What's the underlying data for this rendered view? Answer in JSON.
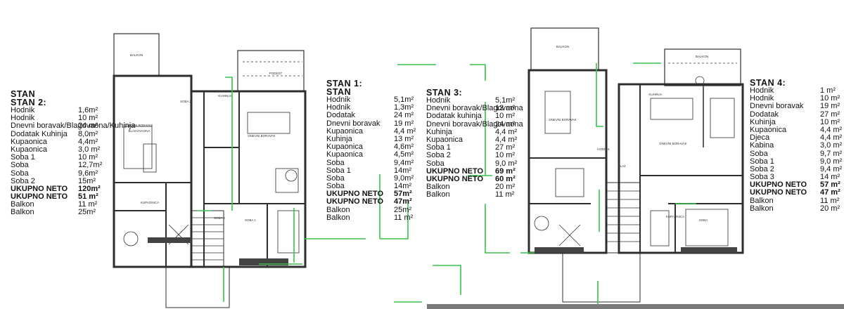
{
  "legends": [
    {
      "id": "stan-2",
      "title1": "STAN",
      "title2": "STAN 2:",
      "rows": [
        {
          "label": "Hodnik",
          "value": "1,6m²"
        },
        {
          "label": "Hodnik",
          "value": "10 m²"
        },
        {
          "label": "Dnevni boravak/Blagovaona/Kuhinja",
          "value": "24 m²"
        },
        {
          "label": "Dodatak Kuhinja",
          "value": "8,0m²"
        },
        {
          "label": "Kupaonica",
          "value": "4,4m²"
        },
        {
          "label": "Kupaonica",
          "value": "3,0 m²"
        },
        {
          "label": "Soba 1",
          "value": "10 m²"
        },
        {
          "label": "Soba",
          "value": "12,7m²"
        },
        {
          "label": "Soba",
          "value": "9,6m²"
        },
        {
          "label": "Soba 2",
          "value": "15m²"
        },
        {
          "label": "UKUPNO NETO",
          "value": "120m²",
          "bold": true
        },
        {
          "label": "UKUPNO NETO",
          "value": "51 m²",
          "bold": true
        },
        {
          "label": "Balkon",
          "value": "11 m²"
        },
        {
          "label": "Balkon",
          "value": "25m²"
        }
      ]
    },
    {
      "id": "stan-1",
      "title1": "STAN 1:",
      "title2": "STAN",
      "rows": [
        {
          "label": "Hodnik",
          "value": "5,1m²"
        },
        {
          "label": "Hodnik",
          "value": "1,3m²"
        },
        {
          "label": "Dodatak",
          "value": "24 m²"
        },
        {
          "label": "Dnevni boravak",
          "value": "19 m²"
        },
        {
          "label": "Kupaonica",
          "value": "4,4 m²"
        },
        {
          "label": "Kuhinja",
          "value": "13 m²"
        },
        {
          "label": "Kupaonica",
          "value": "4,6m²"
        },
        {
          "label": "Kupaonica",
          "value": "4,5m²"
        },
        {
          "label": "Soba",
          "value": "9,4m²"
        },
        {
          "label": "Soba 1",
          "value": "14m²"
        },
        {
          "label": "Soba",
          "value": "9,0m²"
        },
        {
          "label": "Soba",
          "value": "14m²"
        },
        {
          "label": "UKUPNO NETO",
          "value": "57m²",
          "bold": true
        },
        {
          "label": "UKUPNO NETO",
          "value": "47m²",
          "bold": true
        },
        {
          "label": "Balkon",
          "value": "25m²"
        },
        {
          "label": "Balkon",
          "value": "11 m²"
        }
      ]
    },
    {
      "id": "stan-3",
      "title1": "STAN 3:",
      "title2": "",
      "rows": [
        {
          "label": "Hodnik",
          "value": "5,1m²"
        },
        {
          "label": "Dnevni boravak/Blagovaona",
          "value": "13 m²"
        },
        {
          "label": "Dodatak kuhinja",
          "value": "10 m²"
        },
        {
          "label": "Dnevni boravak/Blagovaona",
          "value": "24 m²"
        },
        {
          "label": "Kuhinja",
          "value": "4,4 m²"
        },
        {
          "label": "Kupaonica",
          "value": "4,4 m²"
        },
        {
          "label": "Soba 1",
          "value": "27 m²"
        },
        {
          "label": "Soba 2",
          "value": "10 m²"
        },
        {
          "label": "Soba",
          "value": "9,0 m²"
        },
        {
          "label": "UKUPNO NETO",
          "value": "69 m²",
          "bold": true
        },
        {
          "label": "UKUPNO NETO",
          "value": "60 m²",
          "bold": true
        },
        {
          "label": "Balkon",
          "value": "20 m²"
        },
        {
          "label": "Balkon",
          "value": "11 m²"
        }
      ]
    },
    {
      "id": "stan-4",
      "title1": "STAN 4:",
      "title2": "",
      "rows": [
        {
          "label": "Hodnik",
          "value": "1 m²"
        },
        {
          "label": "Hodnik",
          "value": "10 m²"
        },
        {
          "label": "Dnevni boravak",
          "value": "19 m²"
        },
        {
          "label": "Dodatak",
          "value": "27 m²"
        },
        {
          "label": "Kuhinja",
          "value": "10 m²"
        },
        {
          "label": "Kupaonica",
          "value": "4,4 m²"
        },
        {
          "label": "Djeca",
          "value": "4,4 m²"
        },
        {
          "label": "Kabina",
          "value": "3,0 m²"
        },
        {
          "label": "Soba",
          "value": "9,7 m²"
        },
        {
          "label": "Soba 1",
          "value": "9,0 m²"
        },
        {
          "label": "Soba 2",
          "value": "9,4 m²"
        },
        {
          "label": "Soba 3",
          "value": "14 m²"
        },
        {
          "label": "UKUPNO NETO",
          "value": "57 m²",
          "bold": true
        },
        {
          "label": "UKUPNO NETO",
          "value": "47 m²",
          "bold": true
        },
        {
          "label": "Balkon",
          "value": "11 m²"
        },
        {
          "label": "Balkon",
          "value": "20 m²"
        }
      ]
    }
  ],
  "room_labels": {
    "balkon": "BALKON",
    "dnevni_boravak": "DNEVNI BORAVAK",
    "blagovaona": "BLAGOVAONA",
    "kuhinja": "KUHINJA",
    "soba": "SOBA",
    "soba_1": "SOBA 1",
    "soba_2": "SOBA 2",
    "kupaonica": "KUPAONICA",
    "hodnik": "HODNIK",
    "podest": "PODEST",
    "ulaz": "ULAZ"
  },
  "colors": {
    "wall": "#2e2e2e",
    "line": "#555555",
    "green": "#39c14f",
    "floor": "#ffffff",
    "footer_bar": "#7a7a7a"
  }
}
